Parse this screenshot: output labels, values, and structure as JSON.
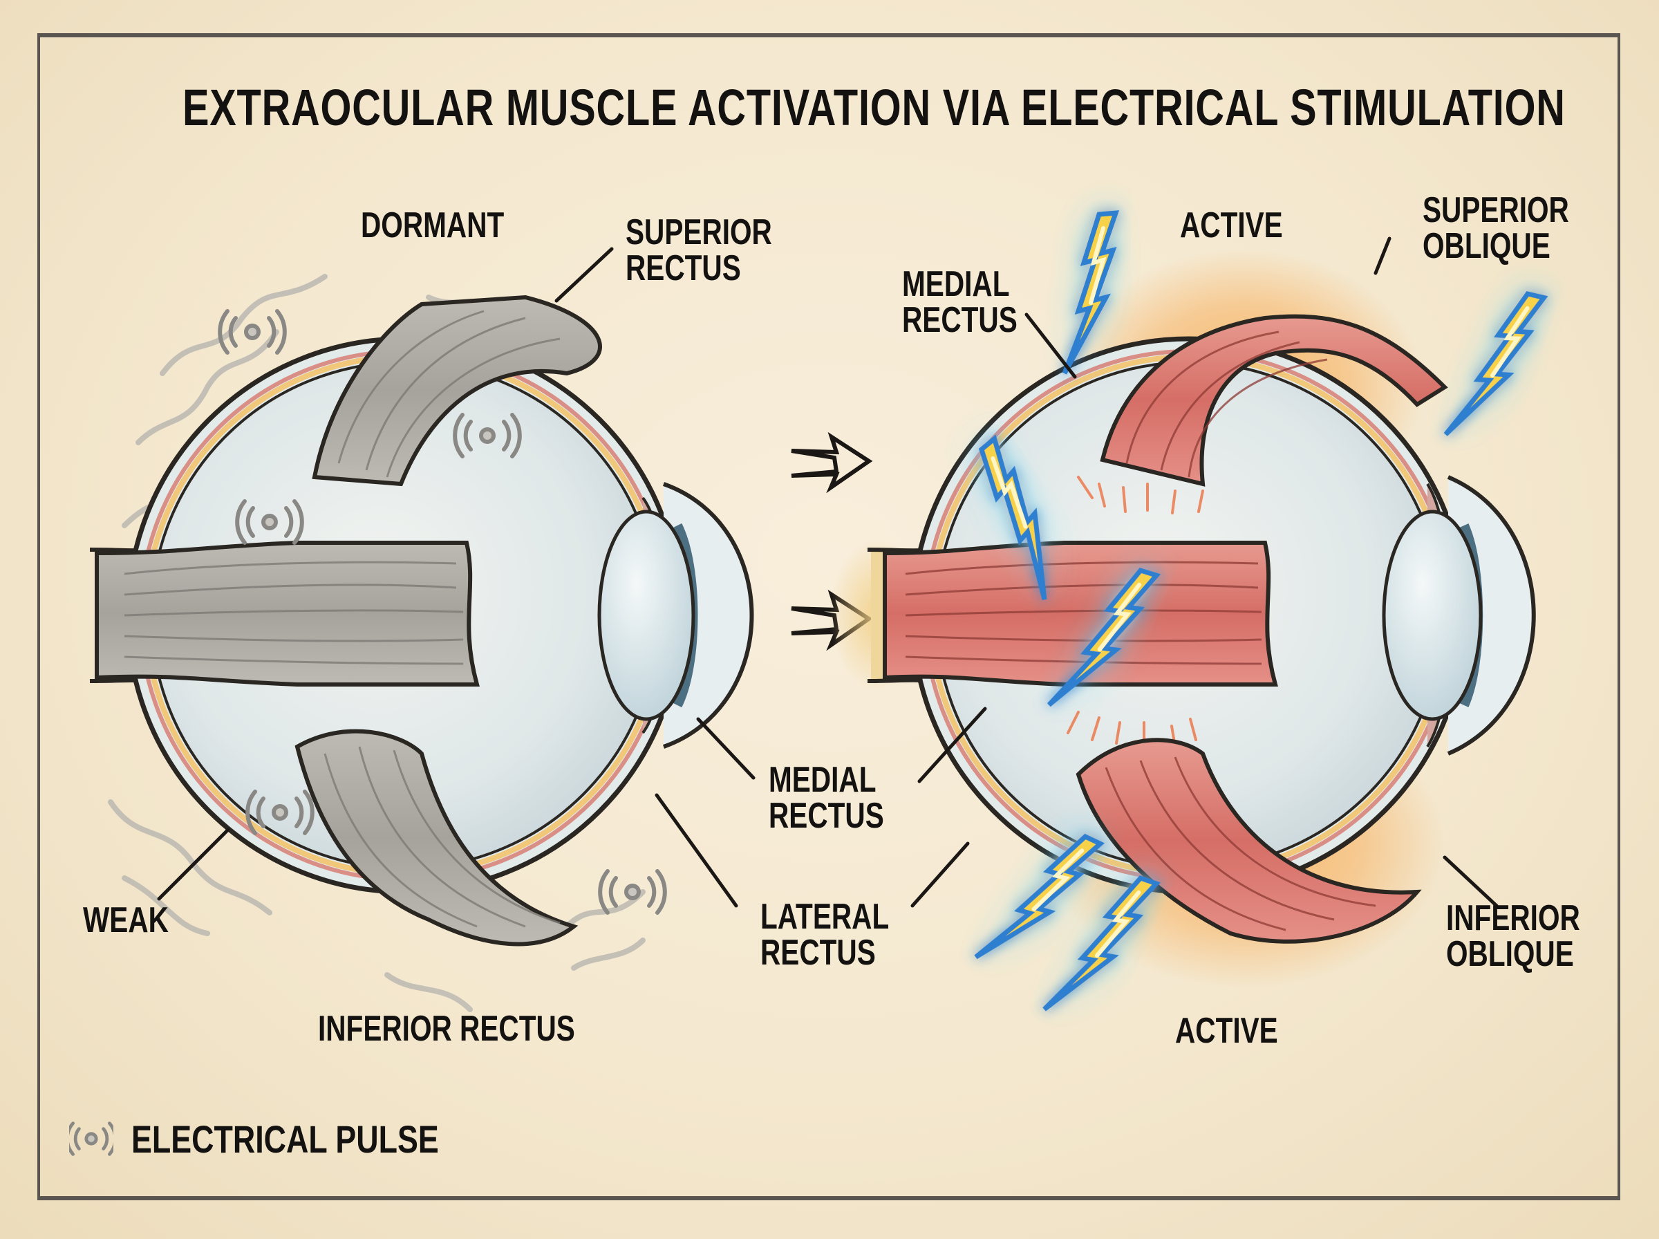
{
  "title": "EXTRAOCULAR MUSCLE ACTIVATION VIA ELECTRICAL STIMULATION",
  "colors": {
    "paper": "#f3e6cc",
    "ink": "#141210",
    "dormant_muscle": "#a9a6a0",
    "active_muscle": "#d9736a",
    "glow": "#f7a64a",
    "bolt_fill": "#f7d24a",
    "bolt_outline": "#2f7fd0",
    "bolt_glow": "#5fd6f2",
    "sclera": "#dfe7e8",
    "pulse_icon": "#8a8884"
  },
  "left_eye": {
    "state_label": "DORMANT",
    "labels": {
      "superior_rectus": [
        "SUPERIOR",
        "RECTUS"
      ],
      "medial_rectus": [
        "MEDIAL",
        "RECTUS"
      ],
      "lateral_rectus": [
        "LATERAL",
        "RECTUS"
      ],
      "weak": "WEAK",
      "inferior_rectus": "INFERIOR RECTUS"
    }
  },
  "right_eye": {
    "state_label_top": "ACTIVE",
    "state_label_bottom": "ACTIVE",
    "labels": {
      "medial_rectus": [
        "MEDIAL",
        "RECTUS"
      ],
      "superior_oblique": [
        "SUPERIOR",
        "OBLIQUE"
      ],
      "inferior_oblique": [
        "INFERIOR",
        "OBLIQUE"
      ]
    }
  },
  "transition_arrows": [
    "arrow-upper",
    "arrow-lower"
  ],
  "legend": {
    "icon": "electrical-pulse-icon",
    "label": "ELECTRICAL PULSE"
  }
}
